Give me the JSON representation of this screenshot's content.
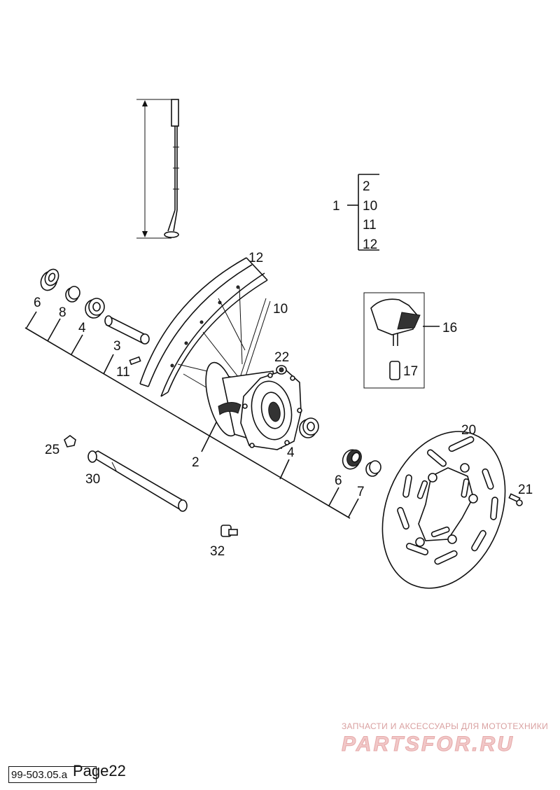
{
  "labels": {
    "p1": "1",
    "p2": "2",
    "p2b": "2",
    "p3": "3",
    "p4a": "4",
    "p4b": "4",
    "p6a": "6",
    "p6b": "6",
    "p7": "7",
    "p8": "8",
    "p10": "10",
    "p10b": "10",
    "p11": "11",
    "p11b": "11",
    "p12": "12",
    "p12b": "12",
    "p16": "16",
    "p17": "17",
    "p20": "20",
    "p21": "21",
    "p22": "22",
    "p25": "25",
    "p30": "30",
    "p32": "32"
  },
  "watermark": {
    "tagline": "ЗАПЧАСТИ И АКСЕССУАРЫ ДЛЯ МОТОТЕХНИКИ",
    "brand": "PARTSFOR.RU"
  },
  "footer": {
    "code": "99-503.05.a",
    "page": "Page22"
  }
}
